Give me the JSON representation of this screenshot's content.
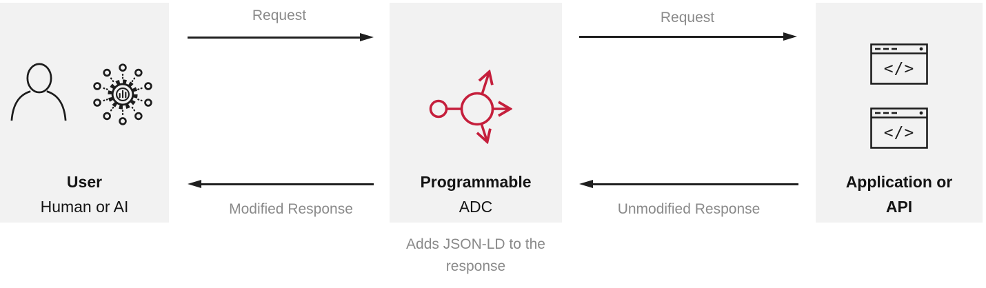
{
  "diagram": {
    "left_node": {
      "title": "User",
      "subtitle": "Human or AI",
      "icons": [
        "person-icon",
        "ai-hub-icon"
      ]
    },
    "middle_node": {
      "title": "Programmable",
      "subtitle": "ADC",
      "icon": "load-balancer-icon",
      "caption": "Adds JSON-LD to the response"
    },
    "right_node": {
      "title": "Application or",
      "title2": "API",
      "icon": "browser-code-icon",
      "code_glyph": "</>"
    },
    "arrows": {
      "top_left": {
        "label": "Request",
        "direction": "right"
      },
      "bottom_left": {
        "label": "Modified Response",
        "direction": "left"
      },
      "top_right": {
        "label": "Request",
        "direction": "right"
      },
      "bottom_right": {
        "label": "Unmodified Response",
        "direction": "left"
      }
    },
    "colors": {
      "box_bg": "#f2f2f2",
      "accent_red": "#c51f3c",
      "muted_text": "#8a8a8a",
      "ink": "#1d1d1d"
    }
  }
}
